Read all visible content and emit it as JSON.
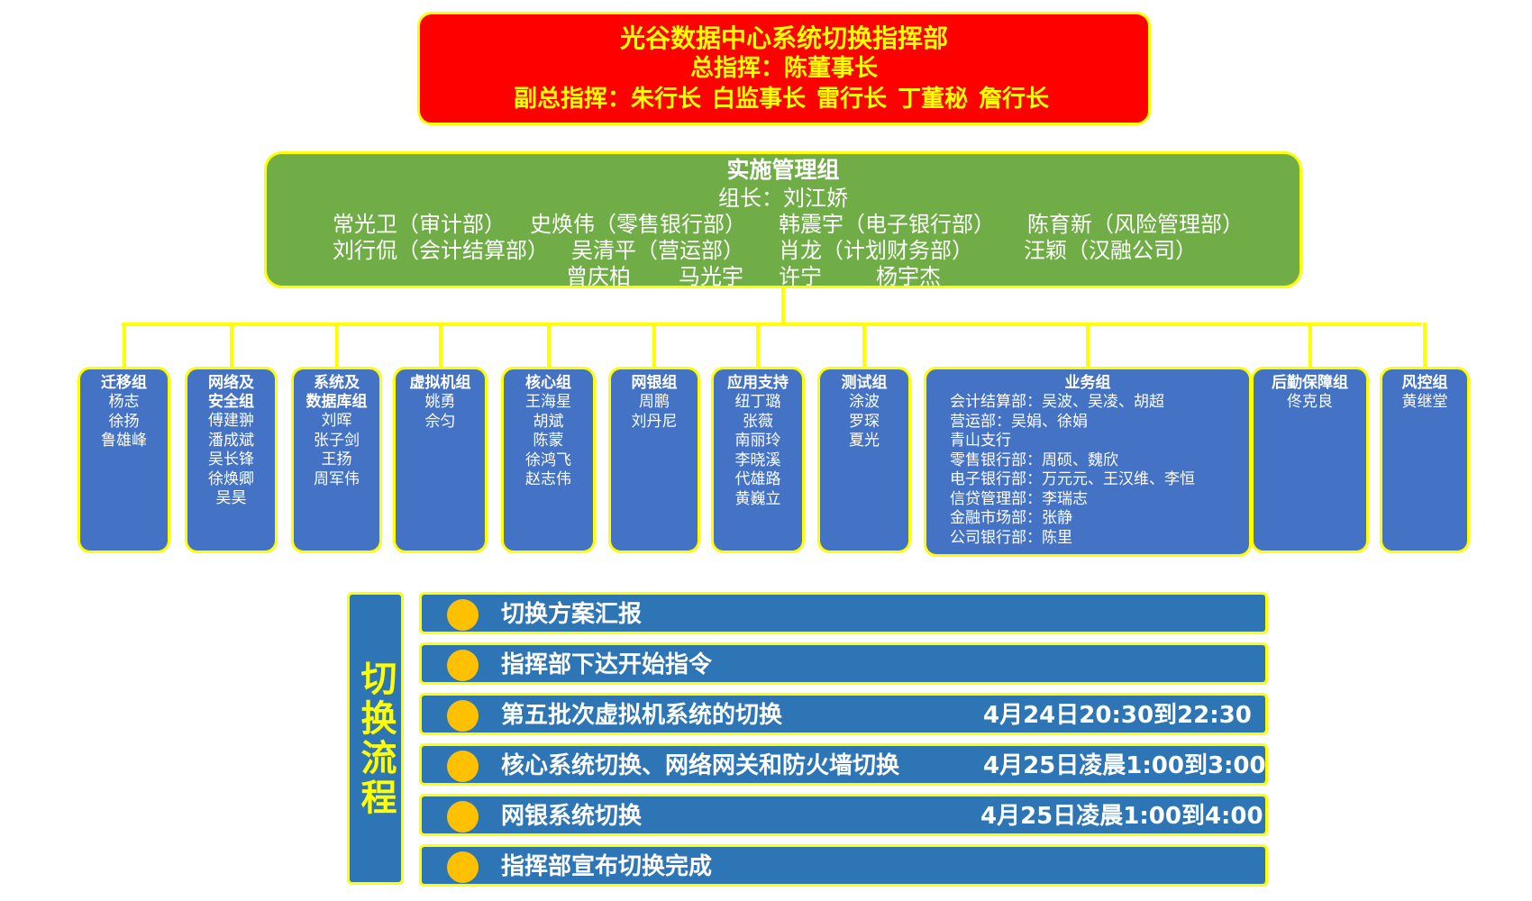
{
  "command": {
    "title": "光谷数据中心系统切换指挥部",
    "chief": "总指挥：陈董事长",
    "deputy_label": "副总指挥：",
    "deputies": [
      "朱行长",
      "白监事长",
      "雷行长",
      "丁董秘",
      "詹行长"
    ]
  },
  "management": {
    "title": "实施管理组",
    "leader": "组长：刘江娇",
    "row1": [
      "常光卫（审计部）",
      "史焕伟（零售银行部）",
      "韩震宇（电子银行部）",
      "陈育新（风险管理部）"
    ],
    "row2": [
      "刘行侃（会计结算部）",
      "吴清平（营运部）",
      "肖龙（计划财务部）",
      "汪颖（汉融公司）"
    ],
    "row3": [
      "曾庆柏",
      "马光宇",
      "许宁",
      "杨宇杰"
    ]
  },
  "groups": [
    {
      "name": [
        "迁移组"
      ],
      "members": [
        "杨志",
        "徐扬",
        "鲁雄峰"
      ]
    },
    {
      "name": [
        "网络及",
        "安全组"
      ],
      "members": [
        "傅建翀",
        "潘成斌",
        "吴长锋",
        "徐焕卿",
        "吴昊"
      ]
    },
    {
      "name": [
        "系统及",
        "数据库组"
      ],
      "members": [
        "刘晖",
        "张子剑",
        "王扬",
        "周军伟"
      ]
    },
    {
      "name": [
        "虚拟机组"
      ],
      "members": [
        "姚勇",
        "佘匀"
      ]
    },
    {
      "name": [
        "核心组"
      ],
      "members": [
        "王海星",
        "胡斌",
        "陈蒙",
        "徐鸿飞",
        "赵志伟"
      ]
    },
    {
      "name": [
        "网银组"
      ],
      "members": [
        "周鹏",
        "刘丹尼"
      ]
    },
    {
      "name": [
        "应用支持"
      ],
      "members": [
        "纽丁璐",
        "张薇",
        "南丽玲",
        "李晓溪",
        "代雄路",
        "黄巍立"
      ]
    },
    {
      "name": [
        "测试组"
      ],
      "members": [
        "涂波",
        "罗琛",
        "夏光"
      ]
    },
    {
      "name": [
        "业务组"
      ],
      "members": [
        "会计结算部：吴波、吴凌、胡超",
        "营运部：吴娟、徐娟",
        "青山支行",
        "零售银行部：周硕、魏欣",
        "电子银行部：万元元、王汉维、李恒",
        "信贷管理部：李瑞志",
        "金融市场部：张静",
        "公司银行部：陈里"
      ]
    },
    {
      "name": [
        "后勤保障组"
      ],
      "members": [
        "佟克良"
      ]
    },
    {
      "name": [
        "风控组"
      ],
      "members": [
        "黄继堂"
      ]
    }
  ],
  "process": {
    "label": "切换流程",
    "steps": [
      {
        "text": "切换方案汇报",
        "time": ""
      },
      {
        "text": "指挥部下达开始指令",
        "time": ""
      },
      {
        "text": "第五批次虚拟机系统的切换",
        "time": "4月24日20:30到22:30"
      },
      {
        "text": "核心系统切换、网络网关和防火墙切换",
        "time": "4月25日凌晨1:00到3:00"
      },
      {
        "text": "网银系统切换",
        "time": "4月25日凌晨1:00到4:00"
      },
      {
        "text": "指挥部宣布切换完成",
        "time": ""
      }
    ]
  },
  "colors": {
    "command_bg": "#ff0000",
    "management_bg": "#70ad47",
    "group_bg": "#4472c4",
    "process_bg": "#2e75b6",
    "border": "#ffff00",
    "bullet": "#ffc000"
  }
}
